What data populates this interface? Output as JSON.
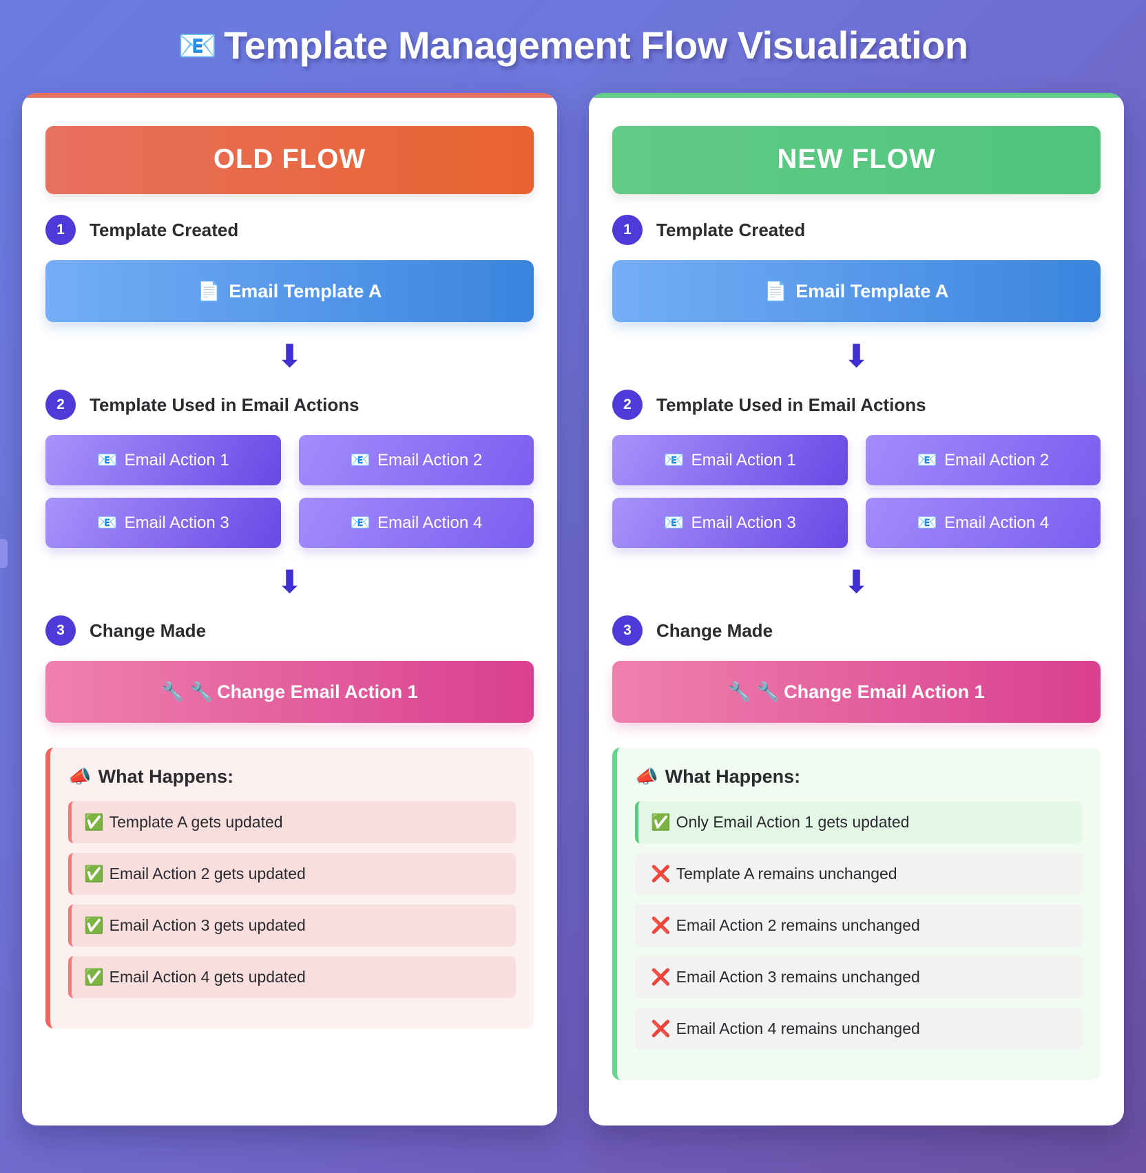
{
  "page": {
    "title": "Template Management Flow Visualization",
    "title_emoji": "📧",
    "background_start": "#6a7ce0",
    "background_end": "#6b4fa0"
  },
  "icons": {
    "document": "📄",
    "envelope": "📧",
    "wrench_pair": "🔧 🔧",
    "megaphone": "📣",
    "check": "✅",
    "cross": "❌",
    "down_arrow": "⬇"
  },
  "columns": [
    {
      "id": "old-flow",
      "header_label": "OLD FLOW",
      "accent_color": "#e8705f",
      "steps": [
        {
          "number": "1",
          "label": "Template Created"
        },
        {
          "number": "2",
          "label": "Template Used in Email Actions"
        },
        {
          "number": "3",
          "label": "Change Made"
        }
      ],
      "template_pill": "Email Template A",
      "actions": [
        "Email Action 1",
        "Email Action 2",
        "Email Action 3",
        "Email Action 4"
      ],
      "change_pill": "Change Email Action 1",
      "outcome": {
        "title": "What Happens:",
        "items": [
          {
            "icon": "✅",
            "text": "Template A gets updated",
            "style": "pink"
          },
          {
            "icon": "✅",
            "text": "Email Action 2 gets updated",
            "style": "pink"
          },
          {
            "icon": "✅",
            "text": "Email Action 3 gets updated",
            "style": "pink"
          },
          {
            "icon": "✅",
            "text": "Email Action 4 gets updated",
            "style": "pink"
          }
        ]
      }
    },
    {
      "id": "new-flow",
      "header_label": "NEW FLOW",
      "accent_color": "#5fce88",
      "steps": [
        {
          "number": "1",
          "label": "Template Created"
        },
        {
          "number": "2",
          "label": "Template Used in Email Actions"
        },
        {
          "number": "3",
          "label": "Change Made"
        }
      ],
      "template_pill": "Email Template A",
      "actions": [
        "Email Action 1",
        "Email Action 2",
        "Email Action 3",
        "Email Action 4"
      ],
      "change_pill": "Change Email Action 1",
      "outcome": {
        "title": "What Happens:",
        "items": [
          {
            "icon": "✅",
            "text": "Only Email Action 1 gets updated",
            "style": "green"
          },
          {
            "icon": "❌",
            "text": "Template A remains unchanged",
            "style": "grey"
          },
          {
            "icon": "❌",
            "text": "Email Action 2 remains unchanged",
            "style": "grey"
          },
          {
            "icon": "❌",
            "text": "Email Action 3 remains unchanged",
            "style": "grey"
          },
          {
            "icon": "❌",
            "text": "Email Action 4 remains unchanged",
            "style": "grey"
          }
        ]
      }
    }
  ]
}
